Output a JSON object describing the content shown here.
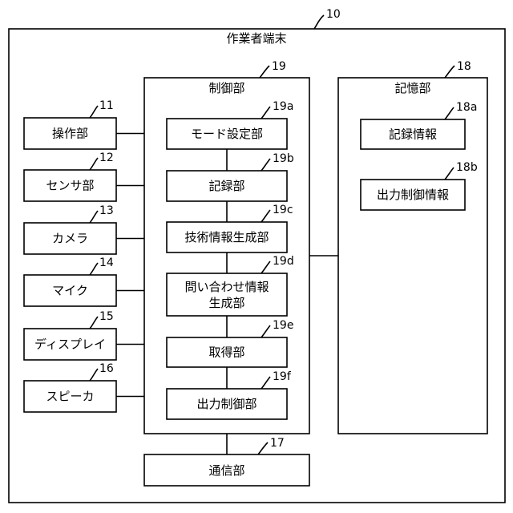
{
  "terminal": {
    "ref": "10",
    "title": "作業者端末"
  },
  "control": {
    "ref": "19",
    "title": "制御部"
  },
  "storage": {
    "ref": "18",
    "title": "記憶部"
  },
  "comm": {
    "ref": "17",
    "label": "通信部"
  },
  "left_units": [
    {
      "ref": "11",
      "label": "操作部"
    },
    {
      "ref": "12",
      "label": "センサ部"
    },
    {
      "ref": "13",
      "label": "カメラ"
    },
    {
      "ref": "14",
      "label": "マイク"
    },
    {
      "ref": "15",
      "label": "ディスプレイ"
    },
    {
      "ref": "16",
      "label": "スピーカ"
    }
  ],
  "control_units": [
    {
      "ref": "19a",
      "label": "モード設定部"
    },
    {
      "ref": "19b",
      "label": "記録部"
    },
    {
      "ref": "19c",
      "label": "技術情報生成部"
    },
    {
      "ref": "19d",
      "label": "問い合わせ情報",
      "label2": "生成部"
    },
    {
      "ref": "19e",
      "label": "取得部"
    },
    {
      "ref": "19f",
      "label": "出力制御部"
    }
  ],
  "storage_units": [
    {
      "ref": "18a",
      "label": "記録情報"
    },
    {
      "ref": "18b",
      "label": "出力制御情報"
    }
  ]
}
